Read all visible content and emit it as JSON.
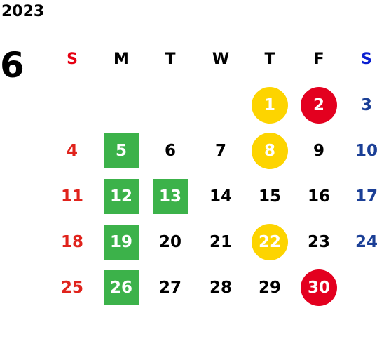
{
  "year": "2023",
  "month": "6",
  "weekdays": [
    "S",
    "M",
    "T",
    "W",
    "T",
    "F",
    "S"
  ],
  "weeks": [
    [
      "",
      "",
      "",
      "",
      "1",
      "2",
      "3"
    ],
    [
      "4",
      "5",
      "6",
      "7",
      "8",
      "9",
      "10"
    ],
    [
      "11",
      "12",
      "13",
      "14",
      "15",
      "16",
      "17"
    ],
    [
      "18",
      "19",
      "20",
      "21",
      "22",
      "23",
      "24"
    ],
    [
      "25",
      "26",
      "27",
      "28",
      "29",
      "30",
      ""
    ]
  ],
  "highlights": {
    "yellow_circle": [
      "1",
      "8",
      "22"
    ],
    "red_circle": [
      "2",
      "30"
    ],
    "green_square": [
      "5",
      "12",
      "13",
      "19",
      "26"
    ]
  },
  "colors": {
    "sunday": "#e0231c",
    "saturday": "#1b3f96",
    "yellow": "#fdd400",
    "red": "#e3001f",
    "green": "#3cb24a"
  }
}
